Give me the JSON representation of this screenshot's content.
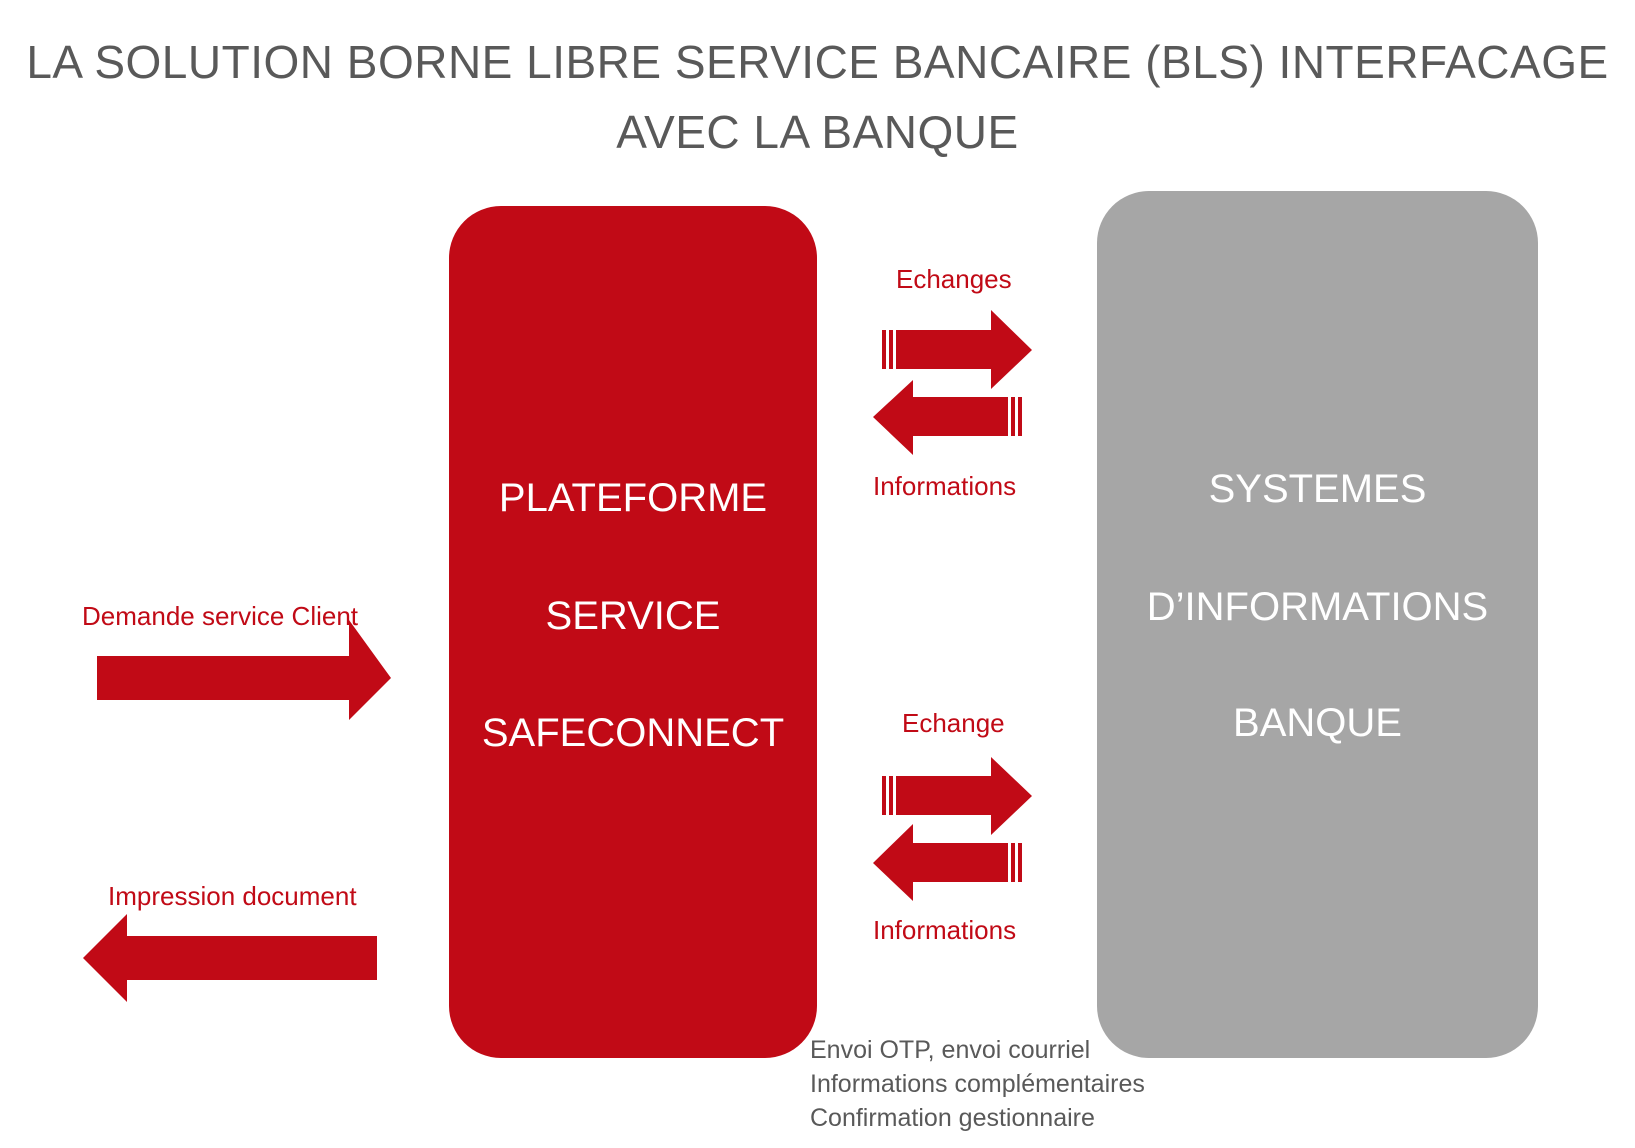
{
  "title": {
    "line1": "LA SOLUTION BORNE LIBRE SERVICE BANCAIRE (BLS) INTERFACAGE",
    "line2": "AVEC LA BANQUE"
  },
  "plateforme": {
    "lines": [
      "PLATEFORME",
      "SERVICE",
      "SAFECONNECT"
    ]
  },
  "systemes": {
    "lines": [
      "SYSTEMES",
      "D’INFORMATIONS",
      "BANQUE"
    ]
  },
  "client": {
    "demande": "Demande service Client",
    "impression": "Impression document"
  },
  "exchange_top": {
    "label_right": "Echanges",
    "label_left": "Informations"
  },
  "exchange_bottom": {
    "label_right": "Echange",
    "label_left": "Informations"
  },
  "notes": [
    "Envoi OTP, envoi courriel",
    "Informations complémentaires",
    "Confirmation gestionnaire"
  ],
  "colors": {
    "red": "#c10a16",
    "grey": "#a6a6a6",
    "text_grey": "#595959"
  }
}
